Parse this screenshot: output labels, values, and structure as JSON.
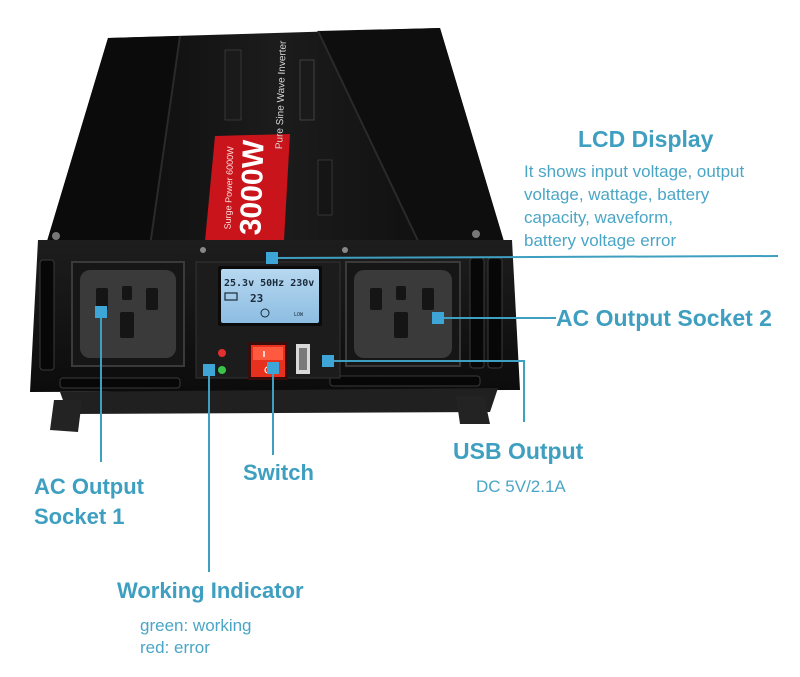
{
  "device": {
    "power_rating": "3000W",
    "surge_text": "Surge Power 6000W",
    "product_name": "Pure Sine Wave Inverter",
    "lcd_line1": "25.3v 50Hz 230v",
    "lcd_line2": "23",
    "lcd_tag": "LOW"
  },
  "callouts": {
    "lcd": {
      "title": "LCD Display",
      "desc_lines": [
        "It shows input voltage, output",
        "voltage, wattage, battery",
        "capacity, waveform,",
        "battery voltage error"
      ]
    },
    "ac2": {
      "title": "AC Output Socket 2"
    },
    "usb": {
      "title": "USB Output",
      "desc": "DC 5V/2.1A"
    },
    "switch": {
      "title": "Switch"
    },
    "ac1": {
      "title_lines": [
        "AC Output",
        "Socket 1"
      ]
    },
    "indicator": {
      "title": "Working Indicator",
      "desc_lines": [
        "green: working",
        "red: error"
      ]
    }
  },
  "colors": {
    "accent": "#3e9fc0",
    "marker": "#3ea6d6",
    "body": "#141414",
    "red_label": "#c8141a",
    "lcd_bg": "#9fc7e6",
    "switch": "#e8301e"
  }
}
